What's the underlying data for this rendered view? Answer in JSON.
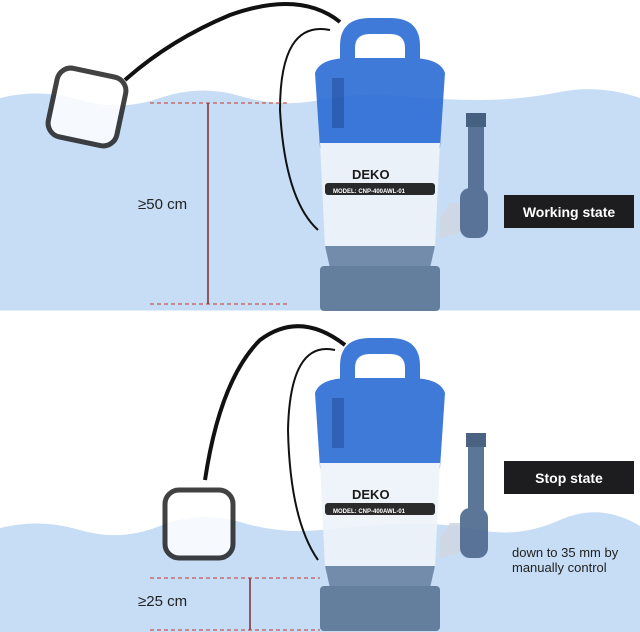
{
  "brand": "DEKO",
  "model_label": "MODEL: CNP-400AWL-01",
  "panels": [
    {
      "state_label": "Working state",
      "depth_label": "≥50 cm"
    },
    {
      "state_label": "Stop state",
      "depth_label": "≥25 cm",
      "note": [
        "down to 35 mm by",
        "manually control"
      ]
    }
  ],
  "colors": {
    "water": "#c6ddf5",
    "pump_blue": "#2f6fd6",
    "pump_grey": "#5c7696",
    "guide_line": "#c0392b",
    "badge": "#1d1d1f"
  }
}
